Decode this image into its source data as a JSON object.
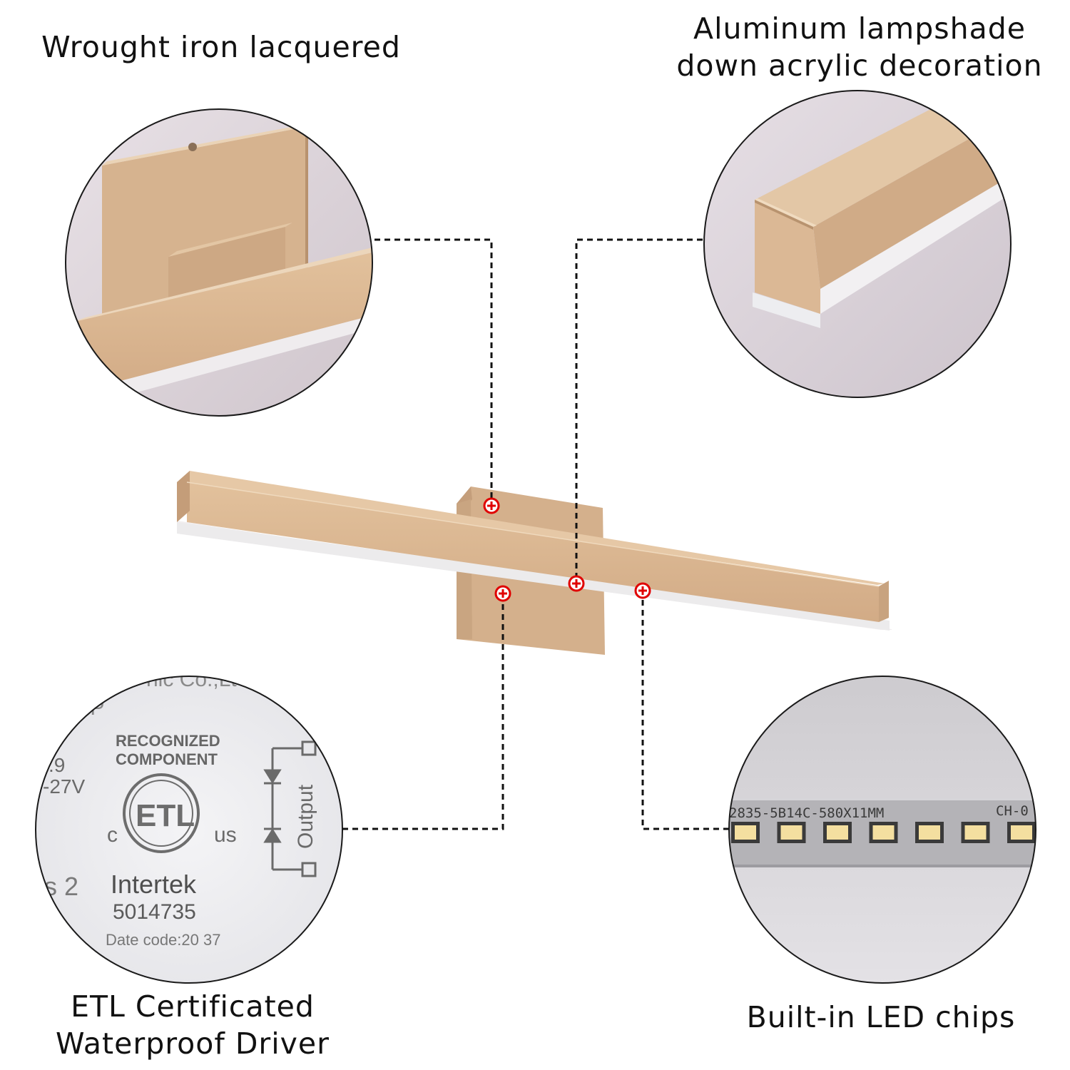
{
  "captions": {
    "top_left": "Wrought iron lacquered",
    "top_right_line1": "Aluminum lampshade",
    "top_right_line2": "down acrylic decoration",
    "bottom_left_line1": "ETL Certificated",
    "bottom_left_line2": "Waterproof Driver",
    "bottom_right": "Built-in LED chips"
  },
  "driver_label": {
    "header_partial": "nic Co.,Lt",
    "ip_partial": "IP",
    "recognized": "RECOGNIZED",
    "component": "COMPONENT",
    "left_value1": ".9",
    "left_value2": "-27V",
    "c_mark": "c",
    "us_mark": "us",
    "intertek": "Intertek",
    "control_number": "5014735",
    "date_code": "Date code:20 37",
    "side_number": "s 2",
    "output": "Output",
    "etl_mark": "ETL"
  },
  "led_strip": {
    "code": "2835-5B14C-580X11MM",
    "code_right": "CH-0"
  },
  "colors": {
    "gold": "#d4b08c",
    "marker_red": "#e00000"
  }
}
